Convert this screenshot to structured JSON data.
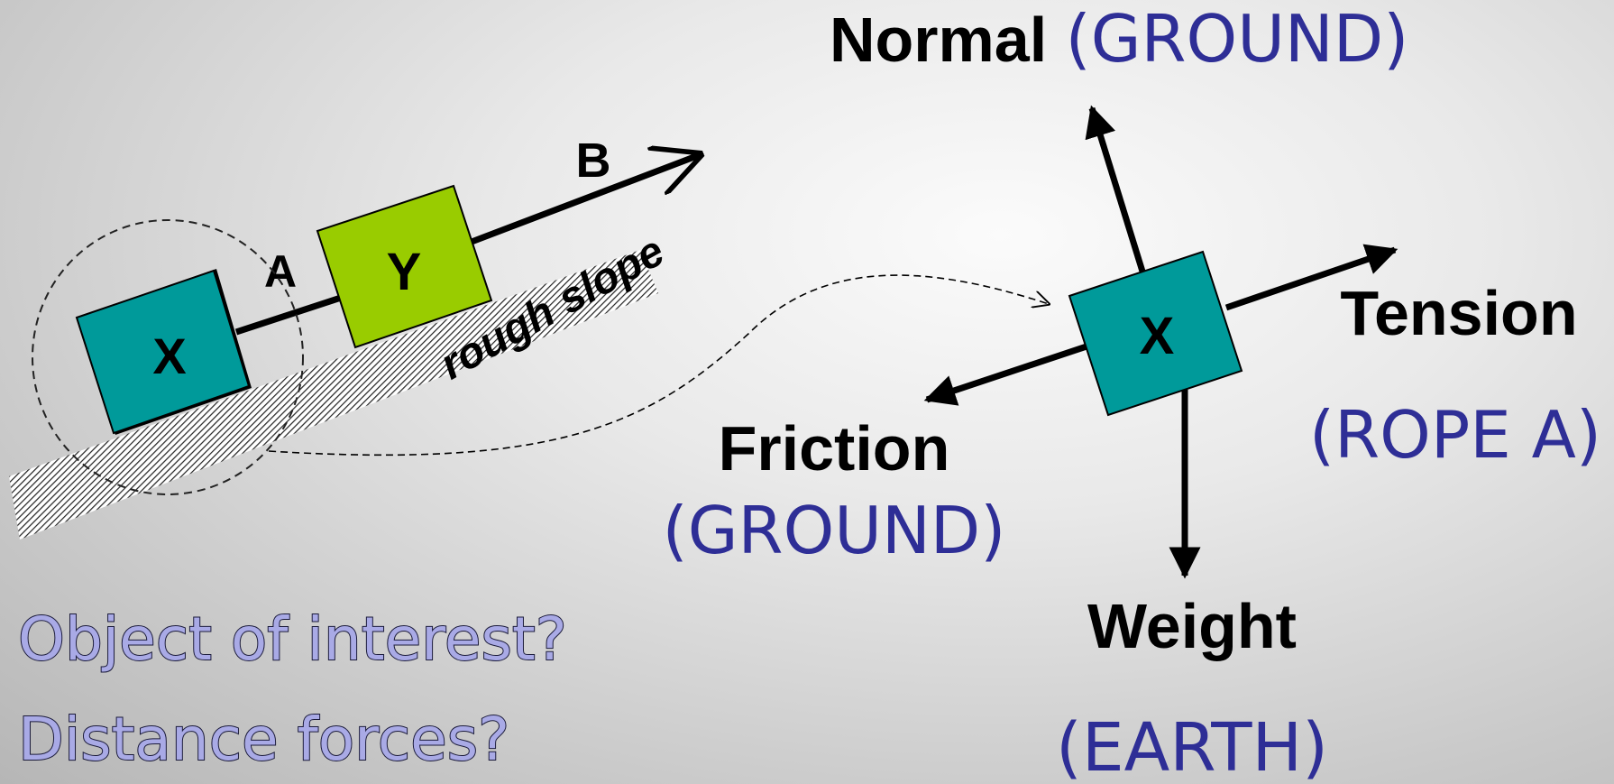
{
  "diagram": {
    "left": {
      "box_x_label": "X",
      "box_y_label": "Y",
      "rope_a_label": "A",
      "rope_b_label": "B",
      "slope_label": "rough slope",
      "colors": {
        "box_x": "#009a9a",
        "box_y": "#99cc00"
      }
    },
    "right": {
      "box_label": "X",
      "normal": {
        "name": "Normal",
        "source": "(GROUND)"
      },
      "tension": {
        "name": "Tension",
        "source": "(ROPE A)"
      },
      "friction": {
        "name": "Friction",
        "source": "(GROUND)"
      },
      "weight": {
        "name": "Weight",
        "source": "(EARTH)"
      }
    }
  },
  "questions": [
    "Object of interest?",
    "Distance forces?"
  ]
}
